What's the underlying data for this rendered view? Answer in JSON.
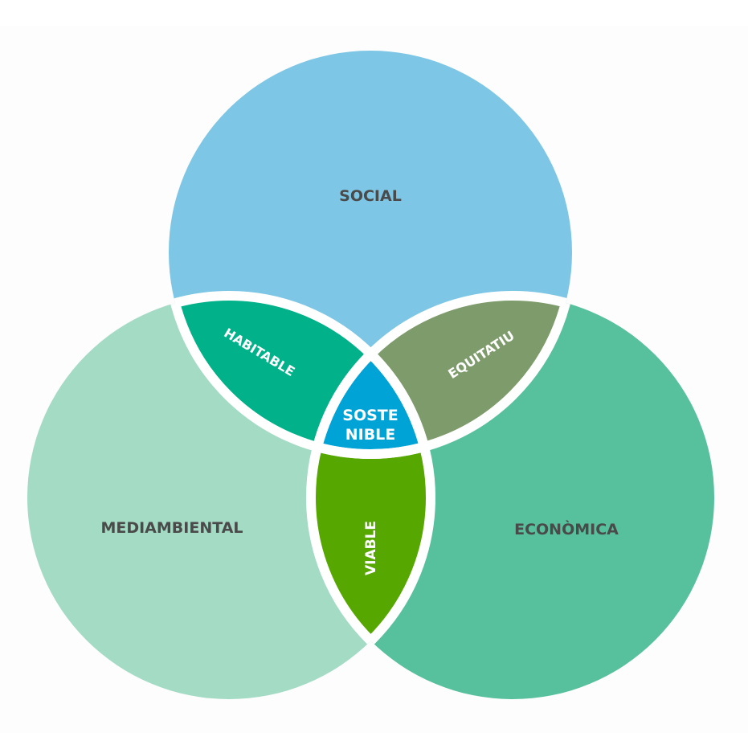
{
  "diagram": {
    "type": "venn-3",
    "sets": [
      {
        "id": "social",
        "label": "SOCIAL",
        "color": "#7dc6e5"
      },
      {
        "id": "mediambiental",
        "label": "MEDIAMBIENTAL",
        "color": "#a4dbc5"
      },
      {
        "id": "economica",
        "label": "ECONÒMICA",
        "color": "#57c09c"
      }
    ],
    "intersections": [
      {
        "id": "habitable",
        "sets": [
          "social",
          "mediambiental"
        ],
        "label": "HABITABLE",
        "color": "#00b189"
      },
      {
        "id": "equitatiu",
        "sets": [
          "social",
          "economica"
        ],
        "label": "EQUITATIU",
        "color": "#7d9b6b"
      },
      {
        "id": "viable",
        "sets": [
          "mediambiental",
          "economica"
        ],
        "label": "VIABLE",
        "color": "#56a800"
      },
      {
        "id": "sostenible",
        "sets": [
          "social",
          "mediambiental",
          "economica"
        ],
        "label_line1": "SOSTE",
        "label_line2": "NIBLE",
        "color": "#00a3d6"
      }
    ],
    "separator_color": "#ffffff",
    "text_dark_color": "#4a4a4a"
  }
}
